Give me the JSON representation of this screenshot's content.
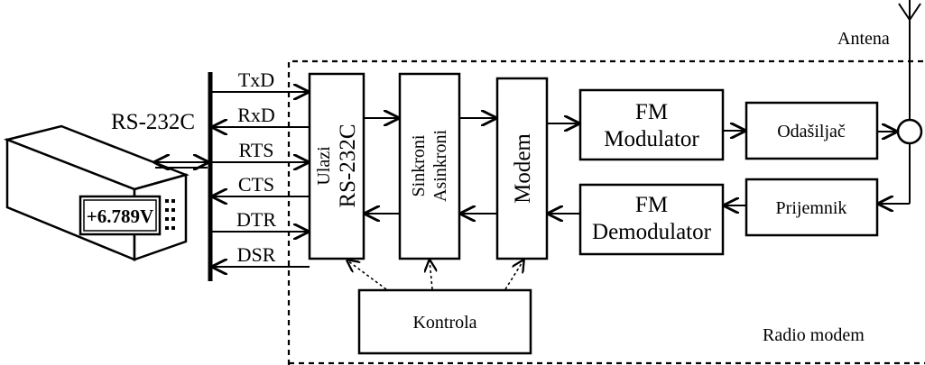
{
  "diagram": {
    "antenna_label": "Antena",
    "interface_label": "RS-232C",
    "device_display": "+6.789V",
    "signals": [
      "TxD",
      "RxD",
      "RTS",
      "CTS",
      "DTR",
      "DSR"
    ],
    "blocks": {
      "input": {
        "line1": "Ulazi",
        "line2": "RS-232C"
      },
      "sync": {
        "line1": "Sinkroni",
        "line2": "Asinkroni"
      },
      "modem": "Modem",
      "fm_mod": {
        "line1": "FM",
        "line2": "Modulator"
      },
      "transmitter": "Odašiljač",
      "fm_demod": {
        "line1": "FM",
        "line2": "Demodulator"
      },
      "receiver": "Prijemnik",
      "control": "Kontrola"
    },
    "region_label": "Radio modem"
  }
}
